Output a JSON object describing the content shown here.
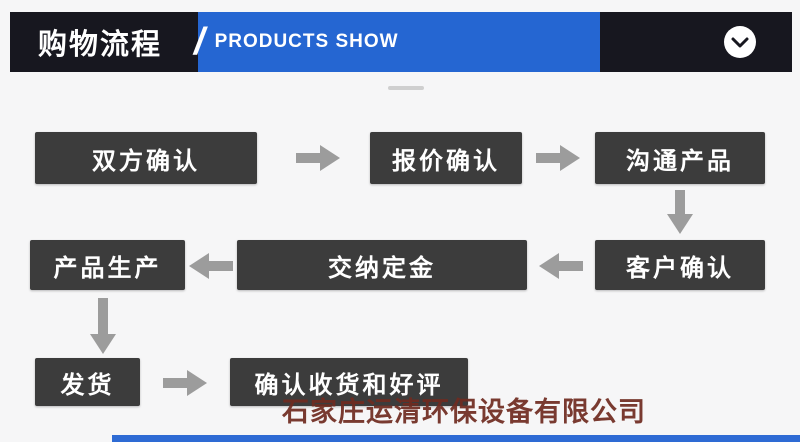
{
  "header": {
    "title_cn": "购物流程",
    "separator": "/",
    "title_en": "PRODUCTS SHOW",
    "chevron_icon": "chevron-down",
    "colors": {
      "bar_dark": "#17171f",
      "bar_blue": "#2566d2"
    }
  },
  "flow": {
    "node_bg": "#3c3c3c",
    "arrow_color": "#9c9c9c",
    "nodes": [
      {
        "label": "双方确认"
      },
      {
        "label": "报价确认"
      },
      {
        "label": "沟通产品"
      },
      {
        "label": "客户确认"
      },
      {
        "label": "交纳定金"
      },
      {
        "label": "产品生产"
      },
      {
        "label": "发货"
      },
      {
        "label": "确认收货和好评"
      }
    ]
  },
  "watermark": {
    "text": "石家庄运清环保设备有限公司",
    "color": "#6f2b20"
  },
  "bottom_bar_color": "#2e6bd4"
}
